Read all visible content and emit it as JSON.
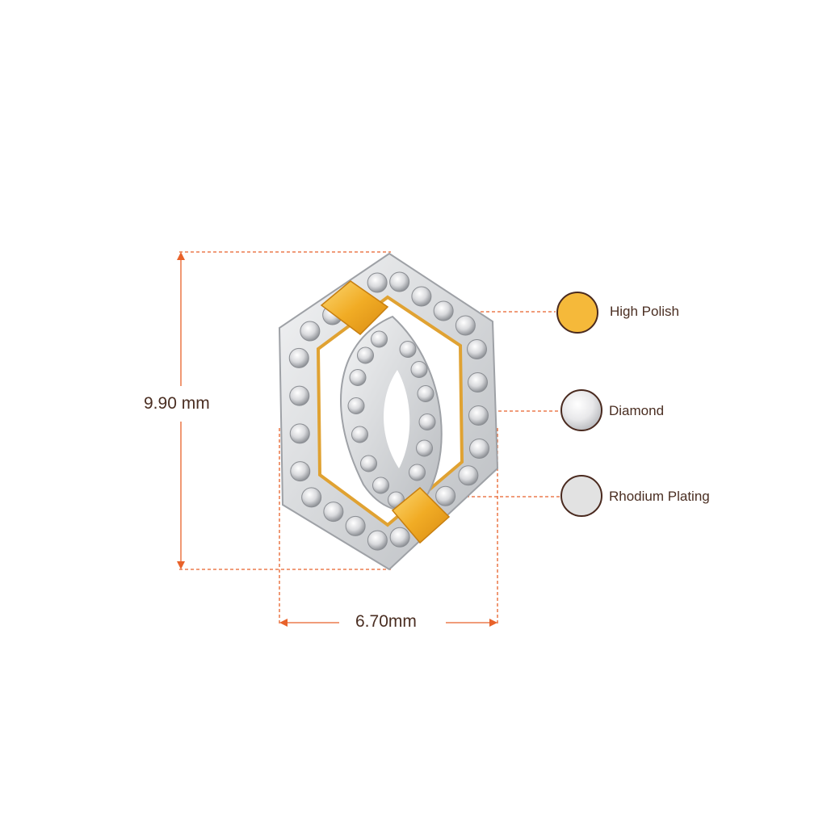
{
  "dimensions": {
    "height_label": "9.90 mm",
    "width_label": "6.70mm"
  },
  "legend": [
    {
      "label": "High Polish",
      "color": "#f5b93a"
    },
    {
      "label": "Diamond",
      "color": "#e8e8ea"
    },
    {
      "label": "Rhodium Plating",
      "color": "#e2e2e2"
    }
  ],
  "colors": {
    "accent": "#e8622a",
    "text": "#4a2e22",
    "gold": "#f2b431",
    "metal": "#cfd1d4"
  }
}
